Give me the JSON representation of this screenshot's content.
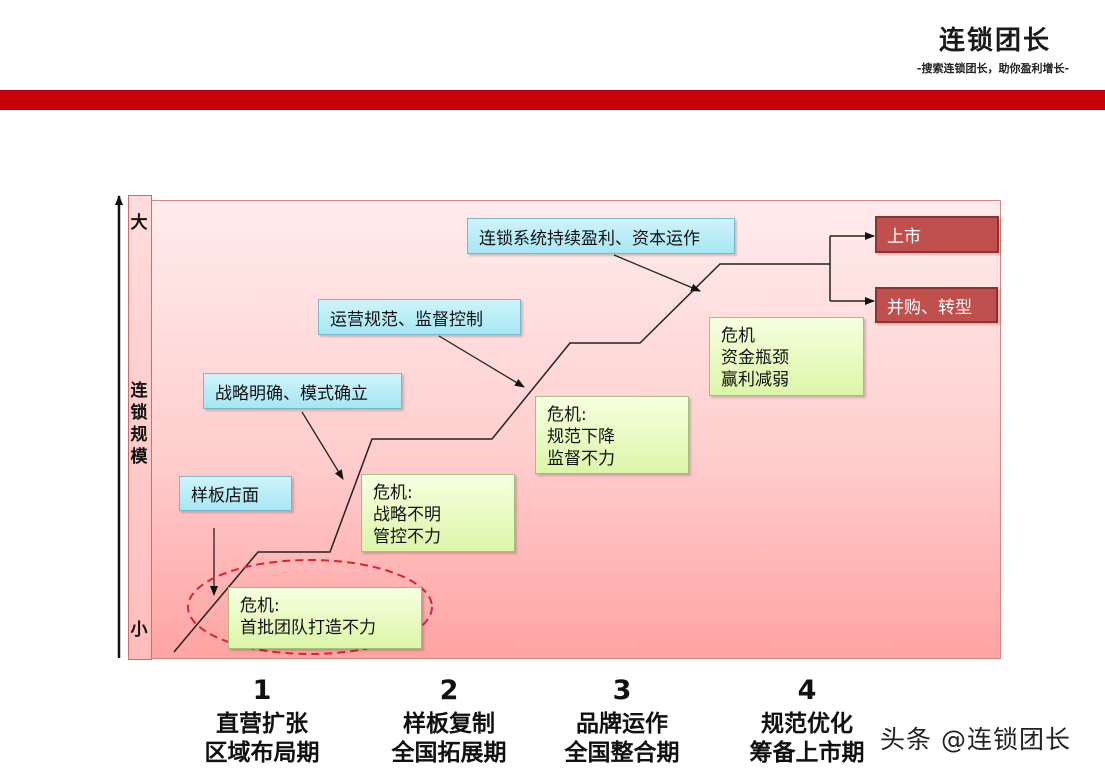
{
  "header": {
    "brand": "连锁团长",
    "slogan": "-搜索连锁团长，助你盈利增长-"
  },
  "axis": {
    "top": "大",
    "bottom": "小",
    "label": [
      "连",
      "锁",
      "规",
      "模"
    ]
  },
  "milestones": {
    "m1": "样板店面",
    "m2": "战略明确、模式确立",
    "m3": "运营规范、监督控制",
    "m4": "连锁系统持续盈利、资本运作"
  },
  "crises": {
    "c1": [
      "危机:",
      "首批团队打造不力"
    ],
    "c2": [
      "危机:",
      "战略不明",
      "管控不力"
    ],
    "c3": [
      "危机:",
      "规范下降",
      "监督不力"
    ],
    "c4": [
      "危机",
      "资金瓶颈",
      "赢利减弱"
    ]
  },
  "outcomes": {
    "ipo": "上市",
    "merge": "并购、转型"
  },
  "stages": [
    {
      "num": "1",
      "line1": "直营扩张",
      "line2": "区域布局期"
    },
    {
      "num": "2",
      "line1": "样板复制",
      "line2": "全国拓展期"
    },
    {
      "num": "3",
      "line1": "品牌运作",
      "line2": "全国整合期"
    },
    {
      "num": "4",
      "line1": "规范优化",
      "line2": "筹备上市期"
    }
  ],
  "watermark": "头条 @连锁团长",
  "colors": {
    "band": "#c8000a",
    "milestone_box": "#a6e6f4",
    "crisis_box": "#dcf6a9",
    "outcome_box": "#c0504d",
    "dashed_ellipse": "#d9262c"
  }
}
